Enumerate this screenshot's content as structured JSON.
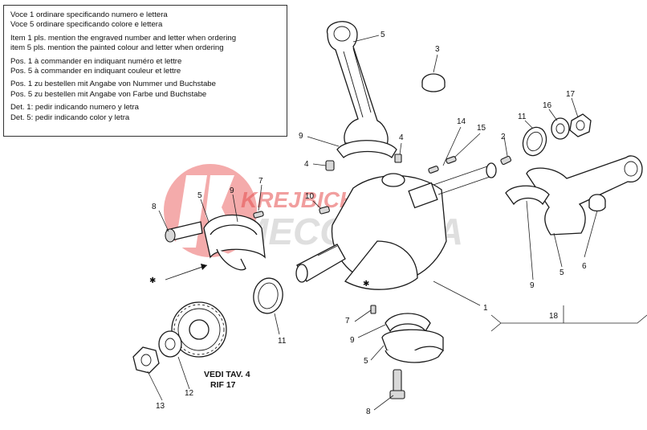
{
  "notes": {
    "group_it": [
      "Voce 1 ordinare specificando numero e lettera",
      "Voce 5 ordinare specificando colore e lettera"
    ],
    "group_en": [
      "Item 1 pls. mention the engraved number and letter when ordering",
      "item 5 pls. mention the painted colour and letter when ordering"
    ],
    "group_fr": [
      "Pos. 1 à commander en indiquant numéro et lettre",
      "Pos. 5 à commander en indiquant couleur et lettre"
    ],
    "group_de": [
      "Pos. 1 zu bestellen mit Angabe von Nummer und Buchstabe",
      "Pos. 5 zu bestellen mit Angabe von Farbe und Buchstabe"
    ],
    "group_es": [
      "Det. 1: pedir indicando numero y letra",
      "Det. 5: pedir indicando color y letra"
    ]
  },
  "reference": {
    "line1": "VEDI TAV. 4",
    "line2": "RIF 17"
  },
  "watermark": {
    "line1": "KREJBICH",
    "line2": "MECCANICA",
    "color": "#e03030"
  },
  "marker_symbol": "✱",
  "callouts": [
    "5",
    "3",
    "9",
    "4",
    "14",
    "15",
    "2",
    "11",
    "16",
    "17",
    "4",
    "7",
    "10",
    "8",
    "5",
    "9",
    "1",
    "9",
    "5",
    "6",
    "18",
    "7",
    "9",
    "5",
    "11",
    "12",
    "13",
    "8"
  ]
}
